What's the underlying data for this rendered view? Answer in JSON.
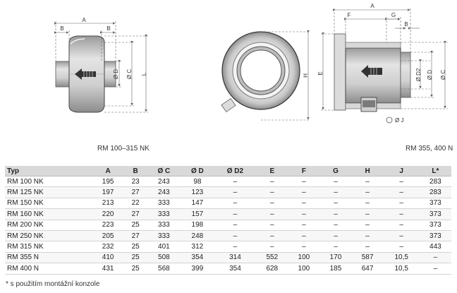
{
  "drawings": {
    "left_caption": "RM 100–315 NK",
    "right_caption": "RM 355, 400 N",
    "labels": {
      "A": "A",
      "B": "B",
      "C": "C",
      "D": "D",
      "E": "E",
      "F": "F",
      "G": "G",
      "H": "H",
      "L": "L",
      "ØC": "Ø C",
      "ØD": "Ø D",
      "ØD2": "Ø D2",
      "ØJ": "Ø J"
    }
  },
  "table": {
    "headers": [
      "Typ",
      "A",
      "B",
      "Ø C",
      "Ø D",
      "Ø D2",
      "E",
      "F",
      "G",
      "H",
      "J",
      "L*"
    ],
    "rows": [
      [
        "RM 100 NK",
        "195",
        "23",
        "243",
        "98",
        "–",
        "–",
        "–",
        "–",
        "–",
        "–",
        "283"
      ],
      [
        "RM 125 NK",
        "197",
        "27",
        "243",
        "123",
        "–",
        "–",
        "–",
        "–",
        "–",
        "–",
        "283"
      ],
      [
        "RM 150 NK",
        "213",
        "22",
        "333",
        "147",
        "–",
        "–",
        "–",
        "–",
        "–",
        "–",
        "373"
      ],
      [
        "RM 160 NK",
        "220",
        "27",
        "333",
        "157",
        "–",
        "–",
        "–",
        "–",
        "–",
        "–",
        "373"
      ],
      [
        "RM 200 NK",
        "223",
        "25",
        "333",
        "198",
        "–",
        "–",
        "–",
        "–",
        "–",
        "–",
        "373"
      ],
      [
        "RM 250 NK",
        "205",
        "27",
        "333",
        "248",
        "–",
        "–",
        "–",
        "–",
        "–",
        "–",
        "373"
      ],
      [
        "RM 315 NK",
        "232",
        "25",
        "401",
        "312",
        "–",
        "–",
        "–",
        "–",
        "–",
        "–",
        "443"
      ],
      [
        "RM 355 N",
        "410",
        "25",
        "508",
        "354",
        "314",
        "552",
        "100",
        "170",
        "587",
        "10,5",
        "–"
      ],
      [
        "RM 400 N",
        "431",
        "25",
        "568",
        "399",
        "354",
        "628",
        "100",
        "185",
        "647",
        "10,5",
        "–"
      ]
    ]
  },
  "footnote": "* s použitím montážní konzole"
}
